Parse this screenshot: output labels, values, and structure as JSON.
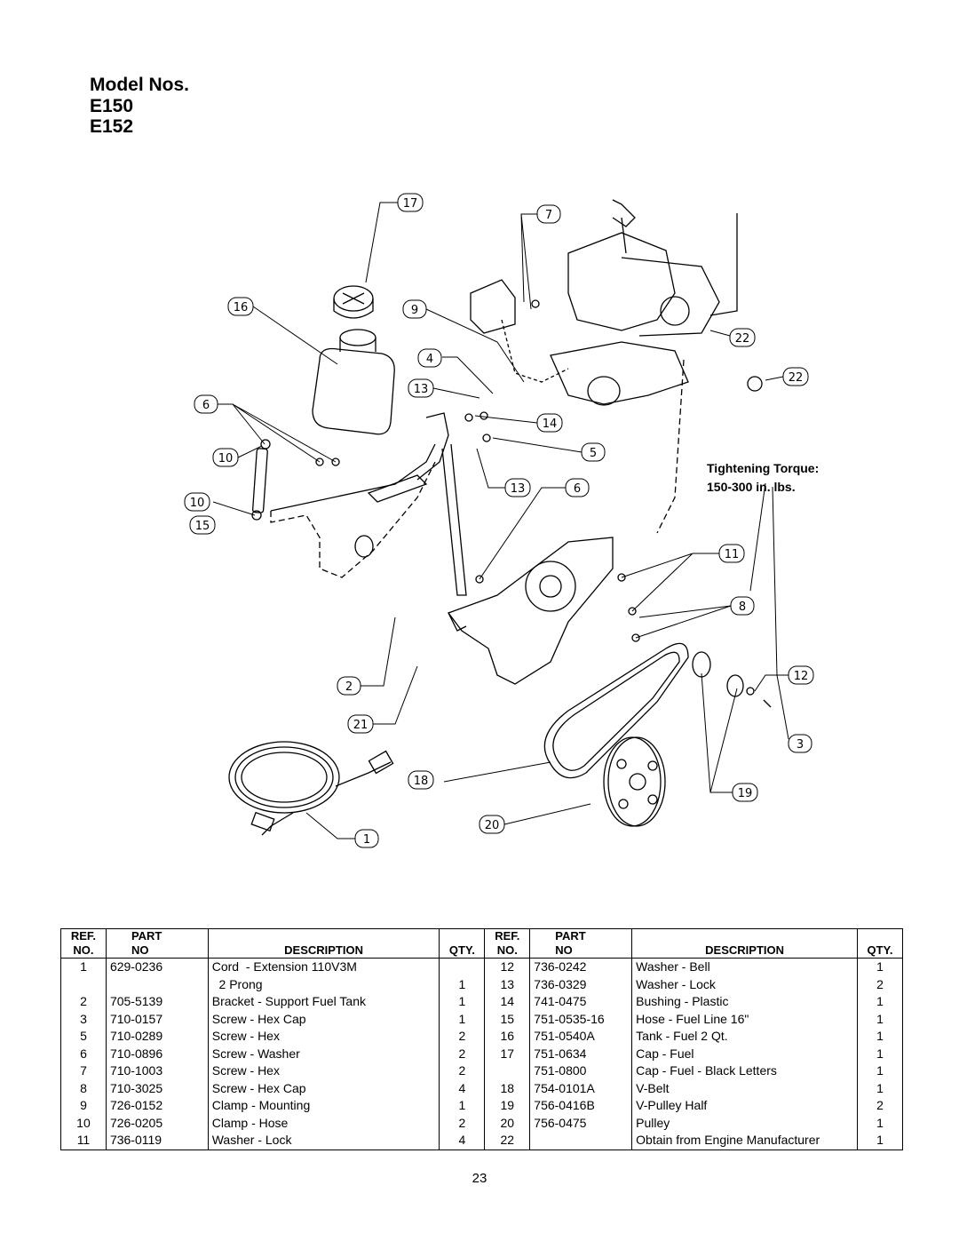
{
  "title": {
    "line1": "Model Nos.",
    "line2": "E150",
    "line3": "E152"
  },
  "torque": {
    "label": "Tightening Torque:",
    "value": "150-300 in. lbs."
  },
  "callouts": [
    "1",
    "2",
    "3",
    "4",
    "5",
    "6",
    "7",
    "8",
    "9",
    "10",
    "11",
    "12",
    "13",
    "14",
    "15",
    "16",
    "17",
    "18",
    "19",
    "20",
    "21",
    "22"
  ],
  "table": {
    "headers": {
      "ref_line1": "REF.",
      "ref_line2": "NO.",
      "part_line1": "PART",
      "part_line2": "NO",
      "description": "DESCRIPTION",
      "qty": "QTY."
    },
    "rows": [
      {
        "l": [
          "1",
          "629-0236",
          "Cord  - Extension 110V3M",
          ""
        ],
        "r": [
          "12",
          "736-0242",
          "Washer - Bell",
          "1"
        ]
      },
      {
        "l": [
          "",
          "",
          "  2 Prong",
          "1"
        ],
        "r": [
          "13",
          "736-0329",
          "Washer - Lock",
          "2"
        ]
      },
      {
        "l": [
          "2",
          "705-5139",
          "Bracket - Support Fuel Tank",
          "1"
        ],
        "r": [
          "14",
          "741-0475",
          "Bushing - Plastic",
          "1"
        ]
      },
      {
        "l": [
          "3",
          "710-0157",
          "Screw - Hex Cap",
          "1"
        ],
        "r": [
          "15",
          "751-0535-16",
          "Hose - Fuel Line 16\"",
          "1"
        ]
      },
      {
        "l": [
          "5",
          "710-0289",
          "Screw - Hex",
          "2"
        ],
        "r": [
          "16",
          "751-0540A",
          "Tank - Fuel 2 Qt.",
          "1"
        ]
      },
      {
        "l": [
          "6",
          "710-0896",
          "Screw - Washer",
          "2"
        ],
        "r": [
          "17",
          "751-0634",
          "Cap - Fuel",
          "1"
        ]
      },
      {
        "l": [
          "7",
          "710-1003",
          "Screw - Hex",
          "2"
        ],
        "r": [
          "",
          "751-0800",
          "Cap - Fuel - Black Letters",
          "1"
        ]
      },
      {
        "l": [
          "8",
          "710-3025",
          "Screw - Hex Cap",
          "4"
        ],
        "r": [
          "18",
          "754-0101A",
          "V-Belt",
          "1"
        ]
      },
      {
        "l": [
          "9",
          "726-0152",
          "Clamp - Mounting",
          "1"
        ],
        "r": [
          "19",
          "756-0416B",
          "V-Pulley Half",
          "2"
        ]
      },
      {
        "l": [
          "10",
          "726-0205",
          "Clamp - Hose",
          "2"
        ],
        "r": [
          "20",
          "756-0475",
          "Pulley",
          "1"
        ]
      },
      {
        "l": [
          "11",
          "736-0119",
          "Washer - Lock",
          "4"
        ],
        "r": [
          "22",
          "",
          "Obtain from Engine Manufacturer",
          "1"
        ]
      }
    ]
  },
  "page_number": "23"
}
